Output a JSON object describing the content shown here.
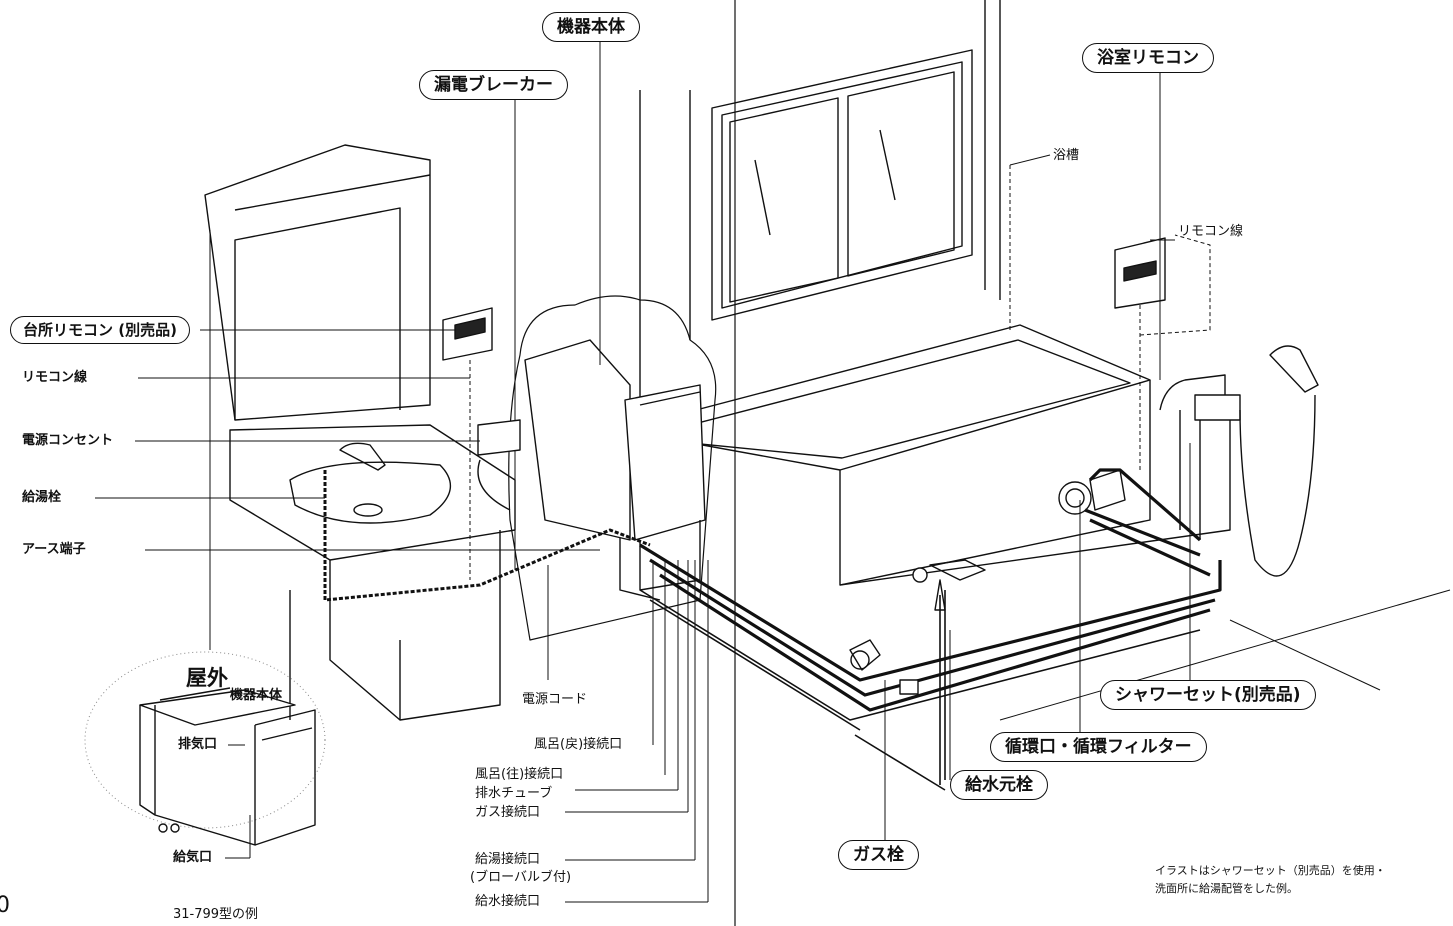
{
  "labels": {
    "kiki_hontai": "機器本体",
    "rouden_breaker": "漏電ブレーカー",
    "yokushitsu_remocon": "浴室リモコン",
    "yokusou": "浴槽",
    "remocon_sen_right": "リモコン線",
    "daidokoro_remocon": "台所リモコン (別売品)",
    "remocon_sen_left": "リモコン線",
    "dengen_concent": "電源コンセント",
    "kyutou_sen": "給湯栓",
    "earth_tanshi": "アース端子",
    "okugai": "屋外",
    "outdoor_kiki_hontai": "機器本体",
    "haiki_kuchi": "排気口",
    "kyuki_kuchi": "給気口",
    "dengen_cord": "電源コード",
    "furo_modori": "風呂(戻)接続口",
    "furo_iki": "風呂(往)接続口",
    "haisui_tube": "排水チューブ",
    "gas_setsuzoku": "ガス接続口",
    "kyutou_setsuzoku": "給湯接続口",
    "blow_valve": "(ブローバルブ付)",
    "kyusui_setsuzoku": "給水接続口",
    "shower_set": "シャワーセット(別売品)",
    "junkan_filter": "循環口・循環フィルター",
    "kyusui_motosen": "給水元栓",
    "gas_sen": "ガス栓",
    "model_example": "31-799型の例",
    "page_number": "0"
  },
  "note": {
    "line1": "イラストはシャワーセット（別売品）を使用・",
    "line2": "洗面所に給湯配管をした例。"
  }
}
